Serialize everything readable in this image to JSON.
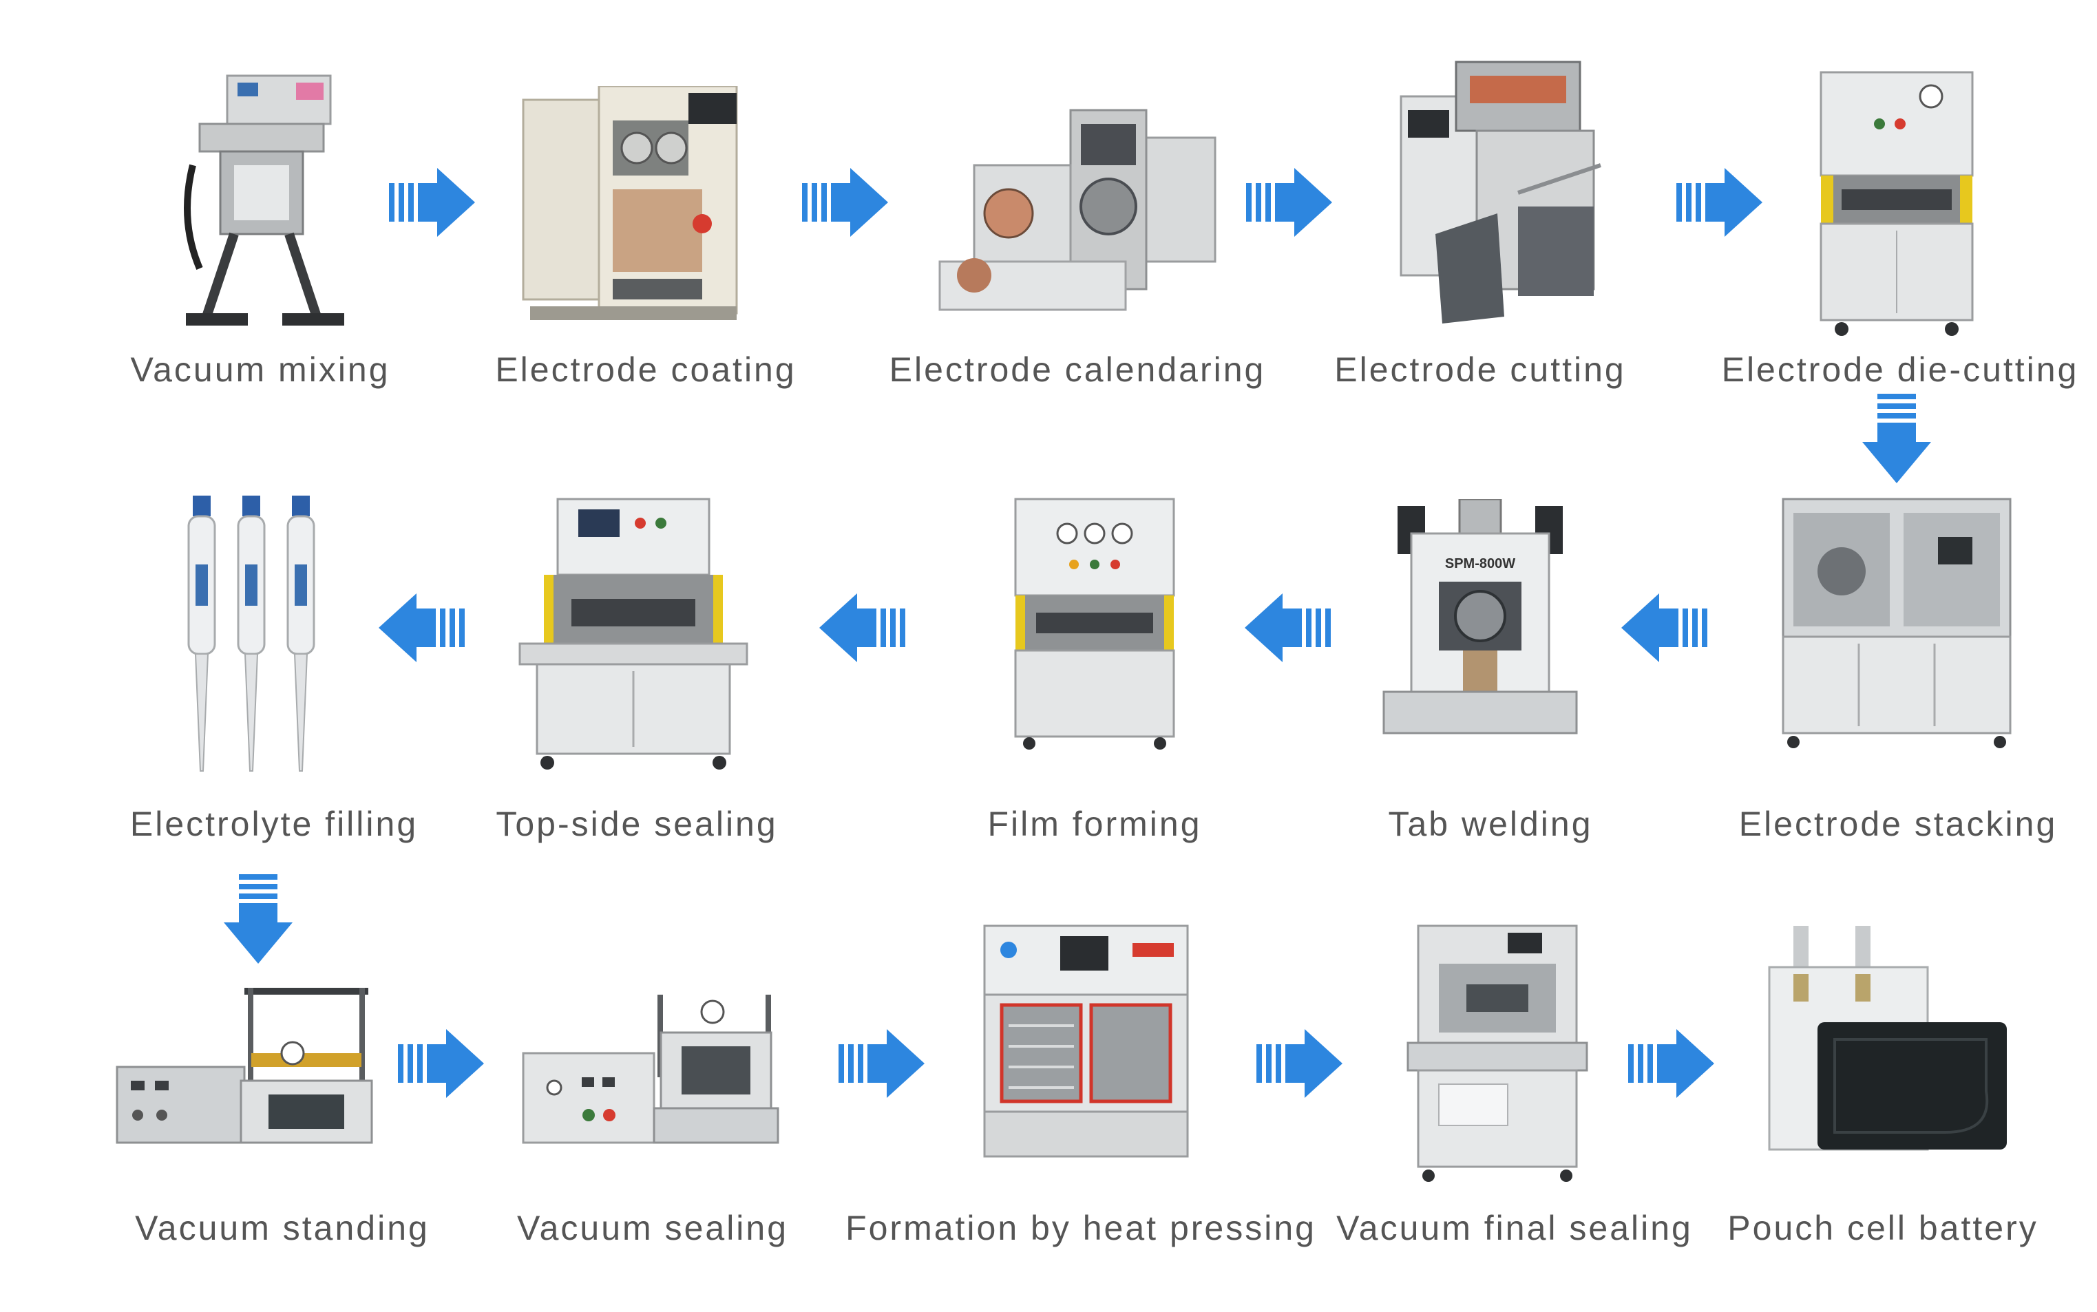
{
  "colors": {
    "arrow": "#2d86df",
    "label": "#555555",
    "machine_body": "#dcdedf",
    "machine_dark": "#4a4d52",
    "accent_yellow": "#e7c81e",
    "battery_black": "#1f2426"
  },
  "steps": [
    {
      "label": "Vacuum mixing",
      "icon": "vacuum-mixer-icon"
    },
    {
      "label": "Electrode coating",
      "icon": "coating-machine-icon"
    },
    {
      "label": "Electrode calendaring",
      "icon": "calender-machine-icon"
    },
    {
      "label": "Electrode cutting",
      "icon": "slitting-machine-icon"
    },
    {
      "label": "Electrode die-cutting",
      "icon": "die-cutter-icon"
    },
    {
      "label": "Electrode stacking",
      "icon": "stacking-machine-icon"
    },
    {
      "label": "Tab welding",
      "icon": "ultrasonic-welder-icon"
    },
    {
      "label": "Film forming",
      "icon": "film-forming-press-icon"
    },
    {
      "label": "Top-side sealing",
      "icon": "top-side-sealer-icon"
    },
    {
      "label": "Electrolyte filling",
      "icon": "pipette-icon"
    },
    {
      "label": "Vacuum standing",
      "icon": "vacuum-standing-box-icon"
    },
    {
      "label": "Vacuum sealing",
      "icon": "vacuum-sealer-icon"
    },
    {
      "label": "Formation by heat pressing",
      "icon": "formation-cabinet-icon"
    },
    {
      "label": "Vacuum final sealing",
      "icon": "final-sealer-icon"
    },
    {
      "label": "Pouch cell battery",
      "icon": "pouch-cell-icon"
    }
  ],
  "machine_text": {
    "welder_model": "SPM-800W"
  }
}
